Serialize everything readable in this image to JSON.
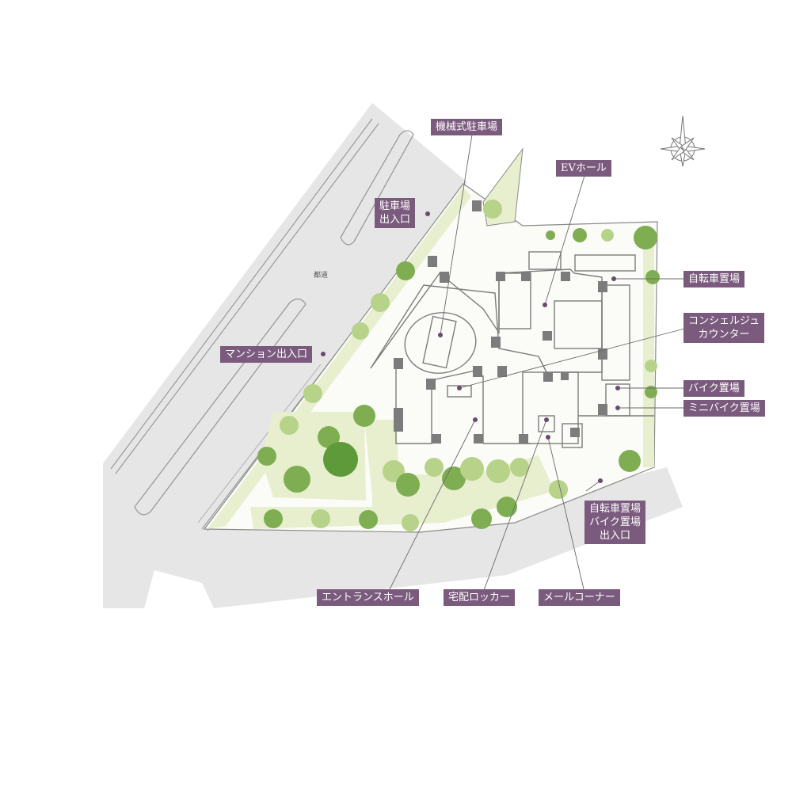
{
  "map": {
    "road_name": "都道",
    "labels": {
      "mechanical_parking": "機械式駐車場",
      "ev_hall": "EVホール",
      "parking_entrance": "駐車場\n出入口",
      "bicycle_parking": "自転車置場",
      "concierge": "コンシェルジュ\nカウンター",
      "mansion_entrance": "マンション出入口",
      "bike_parking": "バイク置場",
      "minibike_parking": "ミニバイク置場",
      "bicycle_bike_entrance": "自転車置場\nバイク置場\n出入口",
      "entrance_hall": "エントランスホール",
      "delivery_locker": "宅配ロッカー",
      "mail_corner": "メールコーナー"
    },
    "colors": {
      "label_bg": "#7a5a7d",
      "marker": "#6a4a6e",
      "road": "#e6e6e6",
      "lawn": "#e8efcf",
      "tree_dark": "#7fae52",
      "tree_light": "#b7d38a",
      "wall": "#7c7c7c"
    },
    "icons": {
      "north": "compass-rose-icon"
    }
  }
}
